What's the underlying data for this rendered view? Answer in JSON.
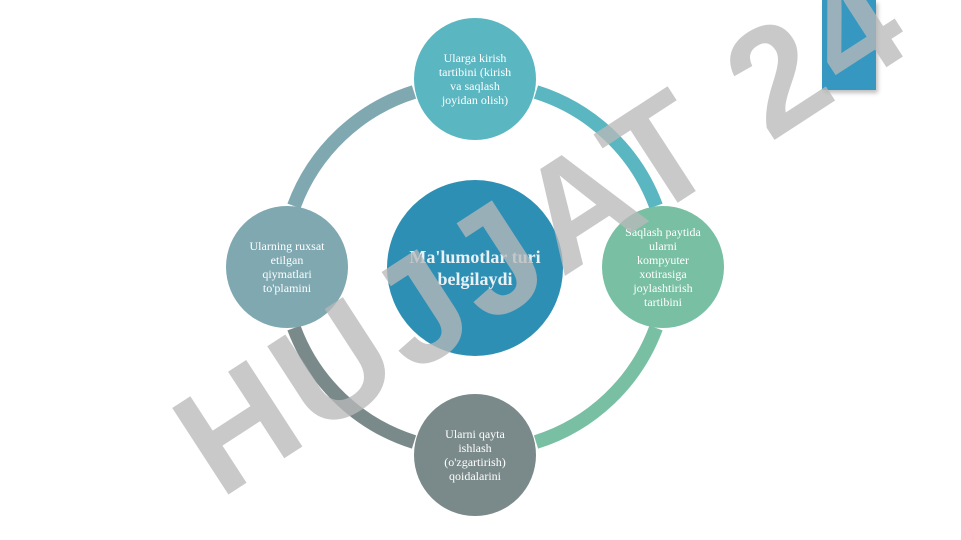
{
  "diagram": {
    "center_text": "Ma'lumotlar turi belgilaydi",
    "nodes": {
      "top": "Ularga kirish tartibini (kirish va saqlash joyidan olish)",
      "right": "Saqlash paytida ularni kompyuter xotirasiga joylashtirish tartibini",
      "bottom": "Ularni qayta ishlash (o'zgartirish) qoidalarini",
      "left": "Ularning ruxsat etilgan qiymatlari to'plamini"
    }
  },
  "watermark": {
    "text": "HUJJAT 24",
    "colors": {
      "gray": "#b9b9b9",
      "purple": "#d9c9f8"
    }
  },
  "colors": {
    "center": "#2e8fb5",
    "top": "#5ab6c1",
    "right": "#78bfa3",
    "bottom": "#7a898a",
    "left": "#7fa8b1",
    "corner_accent": "#3698c0"
  }
}
